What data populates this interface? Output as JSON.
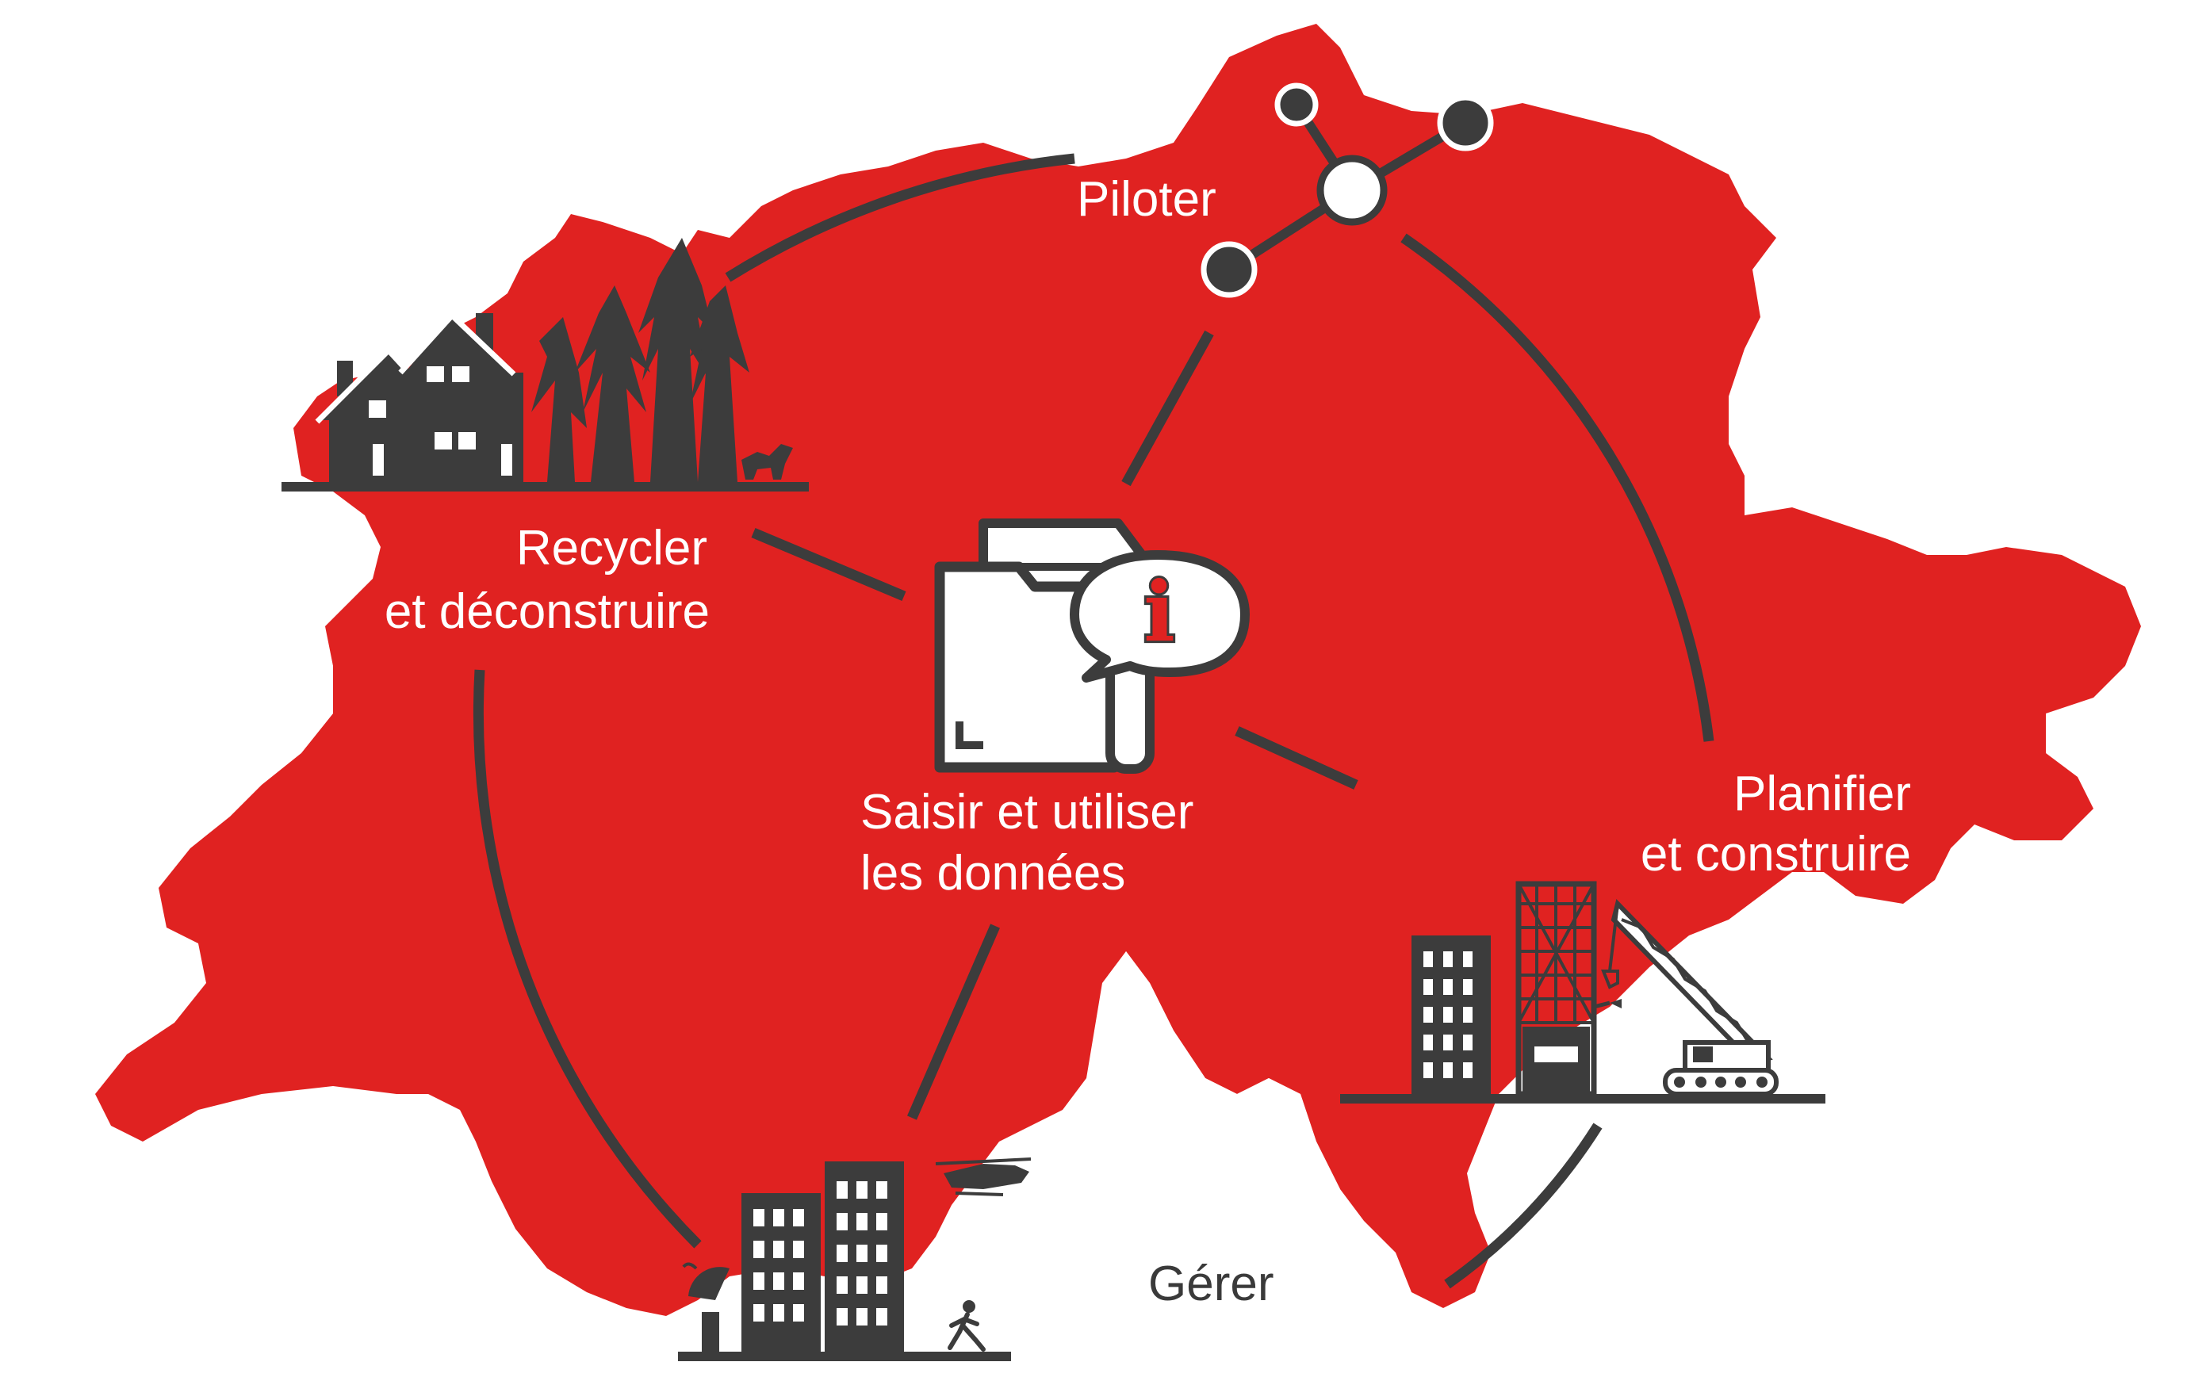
{
  "diagram": {
    "center": {
      "label_line1": "Saisir et utiliser",
      "label_line2": "les données",
      "info_glyph": "i"
    },
    "phases": [
      {
        "id": "piloter",
        "label_line1": "Piloter",
        "label_line2": ""
      },
      {
        "id": "planifier",
        "label_line1": "Planifier",
        "label_line2": "et construire"
      },
      {
        "id": "gerer",
        "label_line1": "Gérer",
        "label_line2": ""
      },
      {
        "id": "recycler",
        "label_line1": "Recycler",
        "label_line2": "et déconstruire"
      }
    ],
    "icons": {
      "center": "document-folder-info-icon",
      "piloter": "network-nodes-icon",
      "planifier": "construction-site-crane-icon",
      "gerer": "city-buildings-icon",
      "recycler": "house-forest-icon"
    }
  },
  "colors": {
    "map_red": "#e02221",
    "dark_gray": "#3c3c3c",
    "text_on_red": "#ffffff",
    "text_on_white": "#3a3a3a",
    "background": "#ffffff"
  }
}
